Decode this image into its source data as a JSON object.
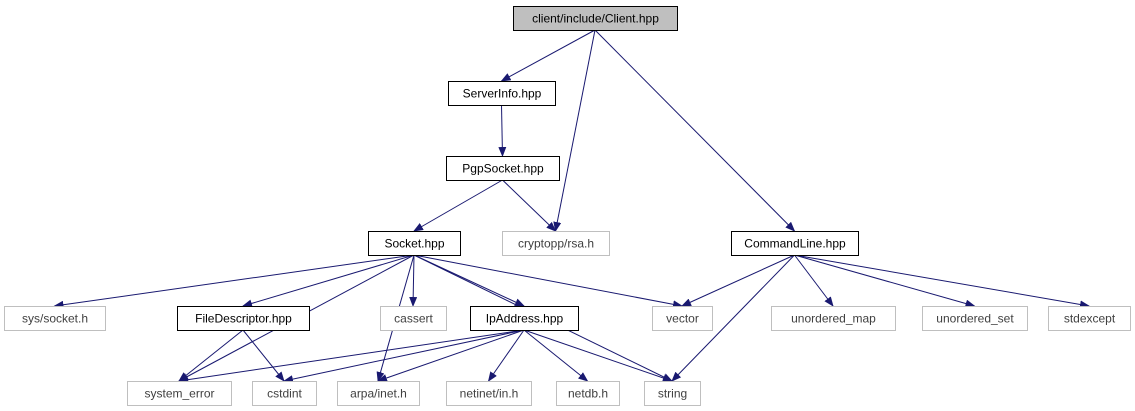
{
  "colors": {
    "edge": "#191970",
    "root_fill": "#bfbfbf",
    "documented_border": "#000000",
    "system_border": "#bfbfbf",
    "system_text": "#404040",
    "text": "#000000"
  },
  "nodes": [
    {
      "id": "client",
      "label": "client/include/Client.hpp",
      "kind": "root"
    },
    {
      "id": "serverinfo",
      "label": "ServerInfo.hpp",
      "kind": "documented"
    },
    {
      "id": "pgpsocket",
      "label": "PgpSocket.hpp",
      "kind": "documented"
    },
    {
      "id": "socket",
      "label": "Socket.hpp",
      "kind": "documented"
    },
    {
      "id": "rsa",
      "label": "cryptopp/rsa.h",
      "kind": "system"
    },
    {
      "id": "commandline",
      "label": "CommandLine.hpp",
      "kind": "documented"
    },
    {
      "id": "syssocket",
      "label": "sys/socket.h",
      "kind": "system"
    },
    {
      "id": "filedescriptor",
      "label": "FileDescriptor.hpp",
      "kind": "documented"
    },
    {
      "id": "cassert",
      "label": "cassert",
      "kind": "system"
    },
    {
      "id": "ipaddress",
      "label": "IpAddress.hpp",
      "kind": "documented"
    },
    {
      "id": "vector",
      "label": "vector",
      "kind": "system"
    },
    {
      "id": "unordered_map",
      "label": "unordered_map",
      "kind": "system"
    },
    {
      "id": "unordered_set",
      "label": "unordered_set",
      "kind": "system"
    },
    {
      "id": "stdexcept",
      "label": "stdexcept",
      "kind": "system"
    },
    {
      "id": "system_error",
      "label": "system_error",
      "kind": "system"
    },
    {
      "id": "cstdint",
      "label": "cstdint",
      "kind": "system"
    },
    {
      "id": "arpainet",
      "label": "arpa/inet.h",
      "kind": "system"
    },
    {
      "id": "netinetin",
      "label": "netinet/in.h",
      "kind": "system"
    },
    {
      "id": "netdb",
      "label": "netdb.h",
      "kind": "system"
    },
    {
      "id": "string",
      "label": "string",
      "kind": "system"
    }
  ],
  "edges": [
    [
      "client",
      "serverinfo"
    ],
    [
      "client",
      "rsa"
    ],
    [
      "client",
      "commandline"
    ],
    [
      "serverinfo",
      "pgpsocket"
    ],
    [
      "pgpsocket",
      "socket"
    ],
    [
      "pgpsocket",
      "rsa"
    ],
    [
      "socket",
      "syssocket"
    ],
    [
      "socket",
      "filedescriptor"
    ],
    [
      "socket",
      "system_error"
    ],
    [
      "socket",
      "arpainet"
    ],
    [
      "socket",
      "cassert"
    ],
    [
      "socket",
      "ipaddress"
    ],
    [
      "socket",
      "vector"
    ],
    [
      "socket",
      "string"
    ],
    [
      "filedescriptor",
      "system_error"
    ],
    [
      "filedescriptor",
      "cstdint"
    ],
    [
      "ipaddress",
      "system_error"
    ],
    [
      "ipaddress",
      "cstdint"
    ],
    [
      "ipaddress",
      "arpainet"
    ],
    [
      "ipaddress",
      "netinetin"
    ],
    [
      "ipaddress",
      "netdb"
    ],
    [
      "ipaddress",
      "string"
    ],
    [
      "commandline",
      "vector"
    ],
    [
      "commandline",
      "string"
    ],
    [
      "commandline",
      "unordered_map"
    ],
    [
      "commandline",
      "unordered_set"
    ],
    [
      "commandline",
      "stdexcept"
    ]
  ]
}
